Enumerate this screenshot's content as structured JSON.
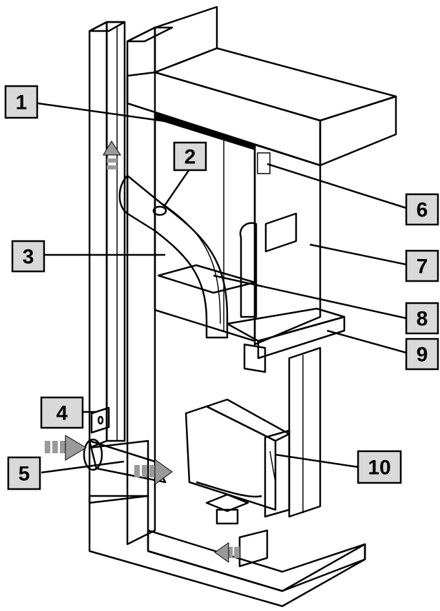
{
  "callouts": [
    {
      "label": "1"
    },
    {
      "label": "2"
    },
    {
      "label": "3"
    },
    {
      "label": "4"
    },
    {
      "label": "5"
    },
    {
      "label": "6"
    },
    {
      "label": "7"
    },
    {
      "label": "8"
    },
    {
      "label": "9"
    },
    {
      "label": "10"
    }
  ],
  "colors": {
    "outline": "#000000",
    "callout_fill": "#d9d9d9",
    "arrow_fill": "#9a9a9a",
    "panel_fill": "#ffffff"
  }
}
